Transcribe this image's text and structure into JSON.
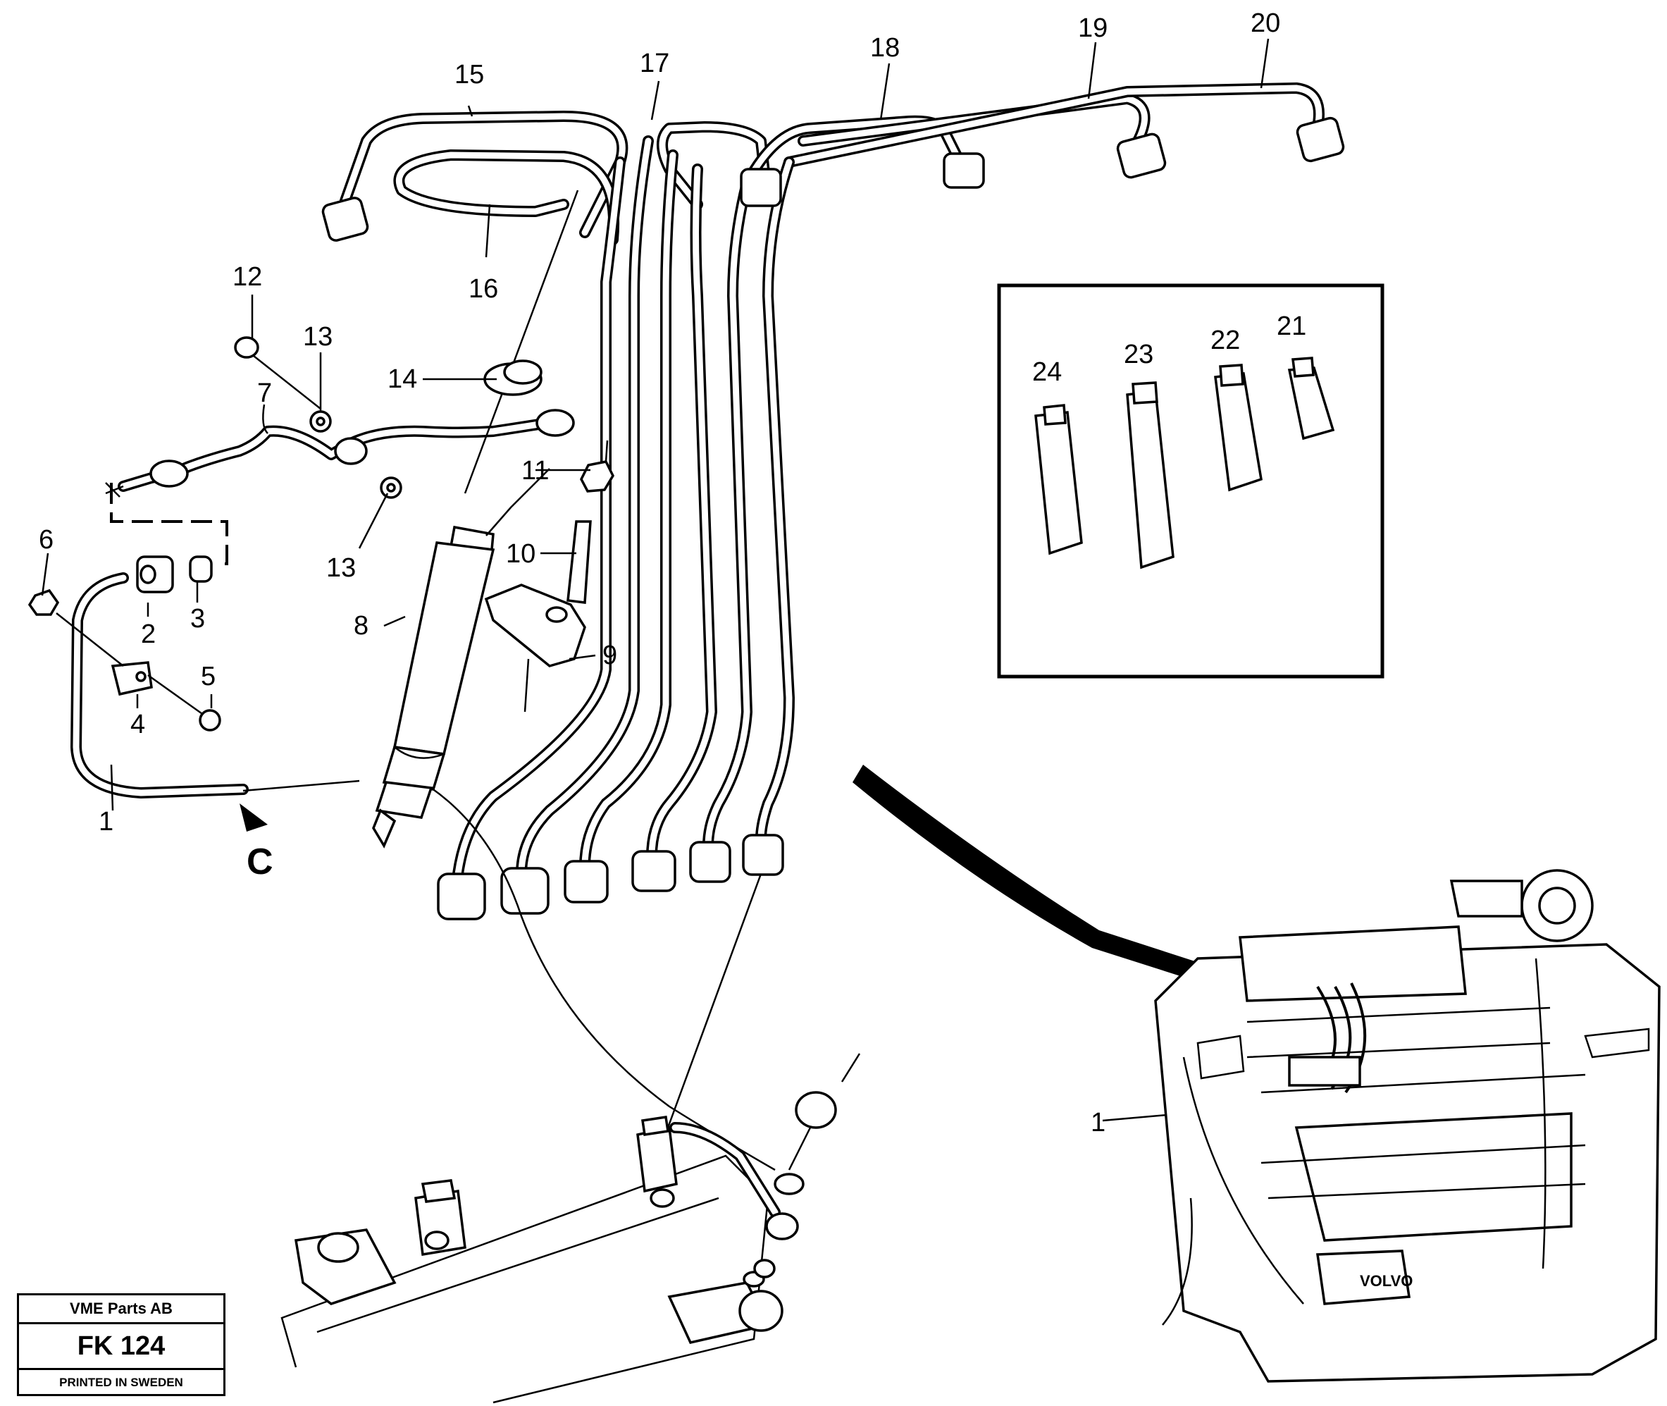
{
  "labels": {
    "l1": "1",
    "l2": "2",
    "l3": "3",
    "l4": "4",
    "l5": "5",
    "l6": "6",
    "l7": "7",
    "l8": "8",
    "l9": "9",
    "l10": "10",
    "l11": "11",
    "l12": "12",
    "l13a": "13",
    "l13b": "13",
    "l14": "14",
    "l15": "15",
    "l16": "16",
    "l17": "17",
    "l18": "18",
    "l19": "19",
    "l20": "20",
    "l21": "21",
    "l22": "22",
    "l23": "23",
    "l24": "24",
    "l1_engine": "1",
    "view": "C"
  },
  "title_block": {
    "company": "VME Parts AB",
    "code": "FK 124",
    "printed": "PRINTED IN SWEDEN"
  }
}
